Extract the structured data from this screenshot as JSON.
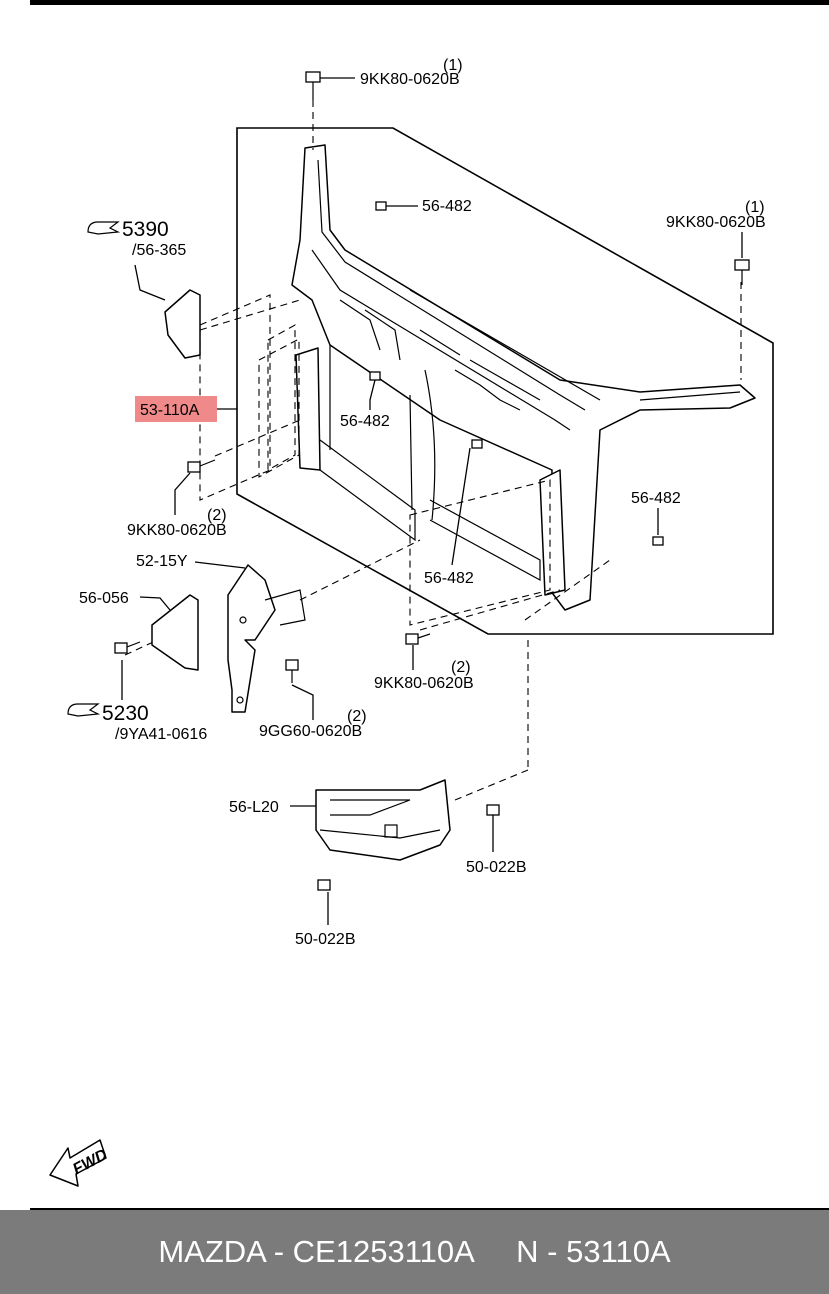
{
  "callouts": {
    "bolt_top": {
      "label": "9KK80-0620B",
      "qty": "(1)"
    },
    "bolt_right": {
      "label": "9KK80-0620B",
      "qty": "(1)"
    },
    "bolt_left": {
      "label": "9KK80-0620B",
      "qty": "(2)"
    },
    "bolt_lower": {
      "label": "9KK80-0620B",
      "qty": "(2)"
    },
    "bolt_bracket": {
      "label": "9GG60-0620B",
      "qty": "(2)"
    },
    "clip_top": "56-482",
    "clip_center": "56-482",
    "clip_right": "56-482",
    "clip_lower": "56-482",
    "ref_5390": {
      "num": "5390",
      "sub": "/56-365"
    },
    "ref_5230": {
      "num": "5230",
      "sub": "/9YA41-0616"
    },
    "main_part": "53-110A",
    "bracket": "52-15Y",
    "plate": "56-056",
    "deflector": "56-L20",
    "clip_50_right": "50-022B",
    "clip_50_bottom": "50-022B",
    "fwd": "FWD"
  },
  "footer": {
    "text": "MAZDA - CE1253110A     N - 53110A"
  },
  "colors": {
    "highlight": "#f08a8a",
    "footer_bg": "#7b7b7b"
  }
}
